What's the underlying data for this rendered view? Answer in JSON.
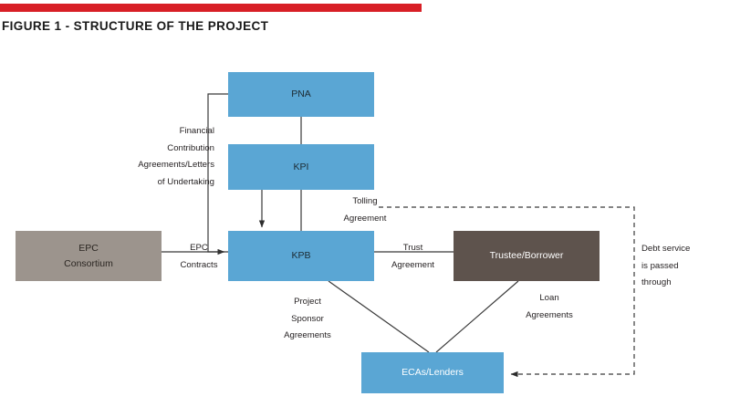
{
  "header": {
    "title": "FIGURE 1 - STRUCTURE OF THE PROJECT",
    "accent_color": "#d81f26"
  },
  "palette": {
    "blue": "#5aa6d4",
    "gray": "#9c948d",
    "dark_brown": "#5e534d",
    "line": "#3a3a3a",
    "text": "#231f20"
  },
  "diagram": {
    "nodes": [
      {
        "id": "pna",
        "label": "PNA",
        "fill": "blue",
        "text": "dark"
      },
      {
        "id": "kpi",
        "label": "KPI",
        "fill": "blue",
        "text": "dark"
      },
      {
        "id": "kpb",
        "label": "KPB",
        "fill": "blue",
        "text": "dark"
      },
      {
        "id": "epc",
        "label": "EPC",
        "label2": "Consortium",
        "fill": "gray",
        "text": "dark"
      },
      {
        "id": "trustee",
        "label": "Trustee/Borrower",
        "fill": "dark_brown",
        "text": "light"
      },
      {
        "id": "ecas",
        "label": "ECAs/Lenders",
        "fill": "blue",
        "text": "light"
      }
    ],
    "edge_labels": {
      "financial_contribution": [
        "Financial",
        "Contribution",
        "Agreements/Letters",
        "of Undertaking"
      ],
      "tolling": [
        "Tolling",
        "Agreement"
      ],
      "epc_contracts": [
        "EPC",
        "Contracts"
      ],
      "trust": [
        "Trust",
        "Agreement"
      ],
      "project_sponsor": [
        "Project",
        "Sponsor",
        "Agreements"
      ],
      "loan": [
        "Loan",
        "Agreements"
      ],
      "debt_service": [
        "Debt service",
        "is passed",
        "through"
      ]
    }
  }
}
